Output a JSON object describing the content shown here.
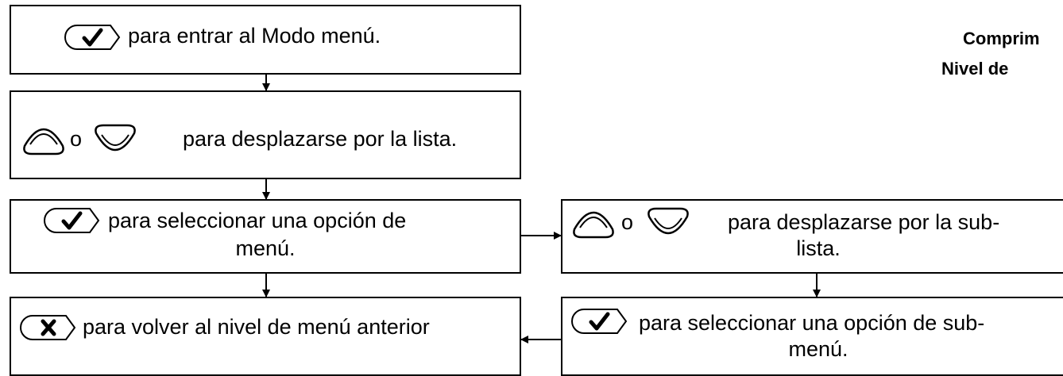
{
  "header": {
    "line1": "Comprim",
    "line2": "Nivel de  "
  },
  "boxes": {
    "enter_menu": {
      "text": "para entrar al Modo menú."
    },
    "scroll_list": {
      "or": "o",
      "text": "para desplazarse por la lista."
    },
    "select_option": {
      "line1": "para seleccionar una opción de",
      "line2": "menú."
    },
    "back_level": {
      "text": "para volver al nivel de menú anterior"
    },
    "scroll_sublist": {
      "or": "o",
      "line1": "para desplazarse por la sub-",
      "line2": "lista."
    },
    "select_suboption": {
      "line1": "para seleccionar una opción de sub-",
      "line2": "menú."
    }
  },
  "icons": {
    "check": "check-button-icon",
    "up": "up-button-icon",
    "down": "down-button-icon",
    "cancel": "x-button-icon"
  }
}
